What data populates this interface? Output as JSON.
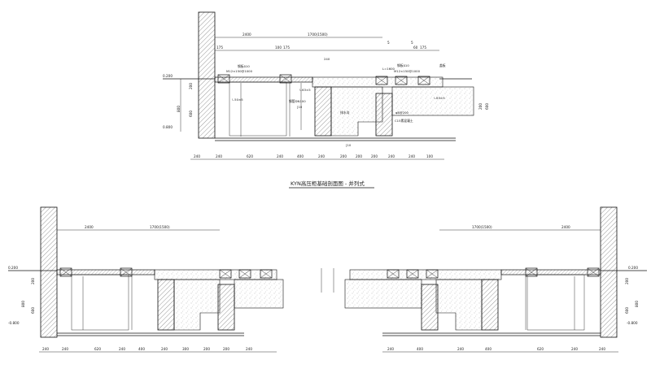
{
  "title": "KYN高压柜基础剖面图 - 并列式",
  "top_section": {
    "bottom_dims": [
      "240",
      "240",
      "620",
      "240",
      "400",
      "240",
      "200",
      "200",
      "200",
      "240",
      "240",
      "100"
    ],
    "top_dims": [
      "2400",
      "1700(1500)"
    ],
    "elev_left": [
      "0.200",
      "0.800"
    ],
    "height_dims": [
      "200",
      "600",
      "800"
    ],
    "labels": {
      "plate": "钢板δ10",
      "angle1": "∟63×5",
      "angle2": "∟50×5",
      "channel": "[10",
      "pipe": "钢管DN100",
      "bolt": "M12×150@1000",
      "drain": "排水沟",
      "rebar": "φ8@200",
      "cover": "盖板",
      "concrete": "C15素混凝土",
      "len": "L=1600",
      "dim240": "240"
    },
    "small_dims": [
      "5",
      "175",
      "100",
      "175",
      "5",
      "60",
      "175"
    ]
  },
  "bottom_left": {
    "bottom_dims": [
      "240",
      "240",
      "620",
      "240",
      "400",
      "240",
      "300",
      "200",
      "200",
      "240"
    ],
    "top_dims": [
      "2400",
      "1700(1500)"
    ],
    "elev": [
      "0.200",
      "-0.800"
    ],
    "height_dims": [
      "200",
      "600",
      "800"
    ]
  },
  "bottom_right": {
    "bottom_dims": [
      "240",
      "400",
      "240",
      "400",
      "620",
      "240",
      "240"
    ],
    "top_dims": [
      "1700(1500)",
      "2400"
    ],
    "elev": [
      "0.200",
      "-0.800"
    ],
    "height_dims": [
      "200",
      "600",
      "800"
    ]
  }
}
